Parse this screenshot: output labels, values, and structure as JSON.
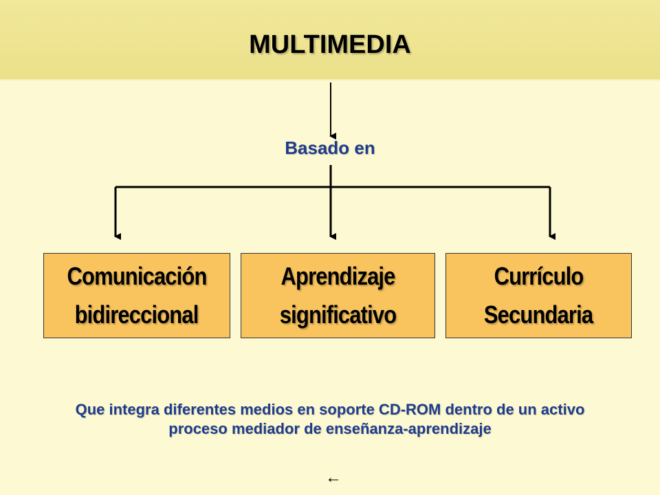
{
  "title": "MULTIMEDIA",
  "connector_label": "Basado en",
  "boxes": [
    {
      "line1": "Comunicación",
      "line2": "bidireccional"
    },
    {
      "line1": "Aprendizaje",
      "line2": "significativo"
    },
    {
      "line1": "Currículo",
      "line2": "Secundaria"
    }
  ],
  "footnote": {
    "line1": "Que integra diferentes medios en soporte CD-ROM dentro de un activo",
    "line2": "proceso mediador de enseñanza-aprendizaje"
  },
  "nav": {
    "back_glyph": "←",
    "back_icon": "back-arrow-icon"
  },
  "colors": {
    "background": "#fdf9d2",
    "header": "#ebe08a",
    "box_fill": "#f9c45e",
    "label_text": "#1f3c8c"
  }
}
